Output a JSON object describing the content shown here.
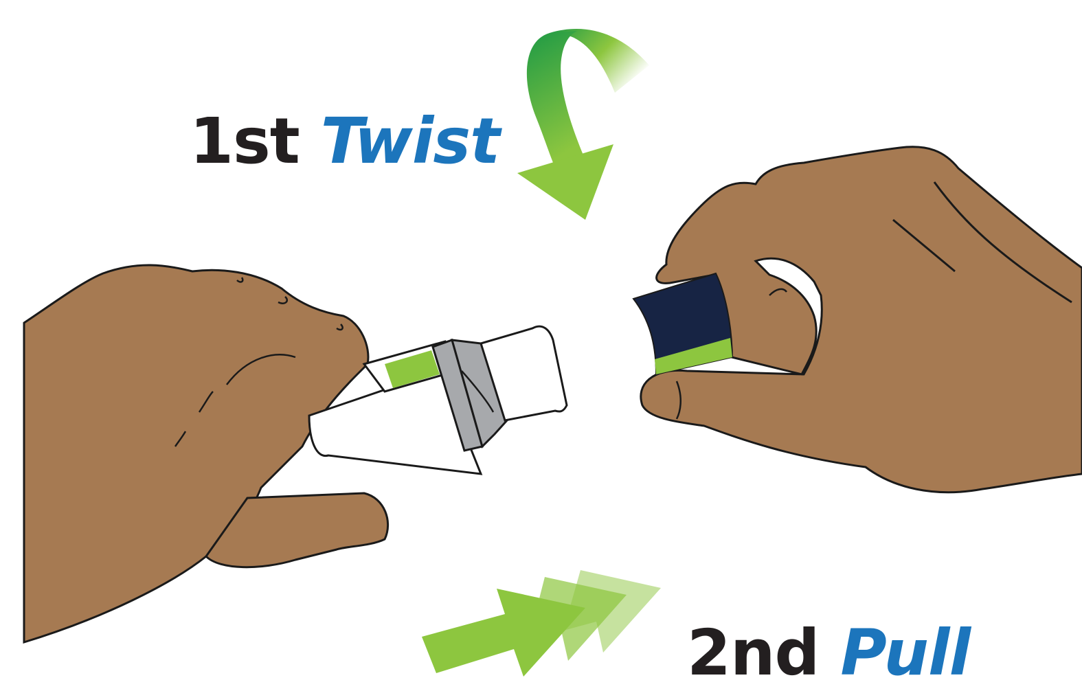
{
  "steps": [
    {
      "number": "1st",
      "verb": "Twist"
    },
    {
      "number": "2nd",
      "verb": "Pull"
    }
  ],
  "colors": {
    "text_dark": "#231f20",
    "text_blue": "#1c75bc",
    "arrow_green": "#8dc63f",
    "arrow_green_dark": "#1e9a45",
    "cap_navy": "#172444",
    "skin": "#a67a52",
    "outline": "#1a1a1a",
    "collar_gray": "#a7a9ac"
  },
  "icons": [
    "twist-arrow-icon",
    "pull-arrows-icon"
  ]
}
